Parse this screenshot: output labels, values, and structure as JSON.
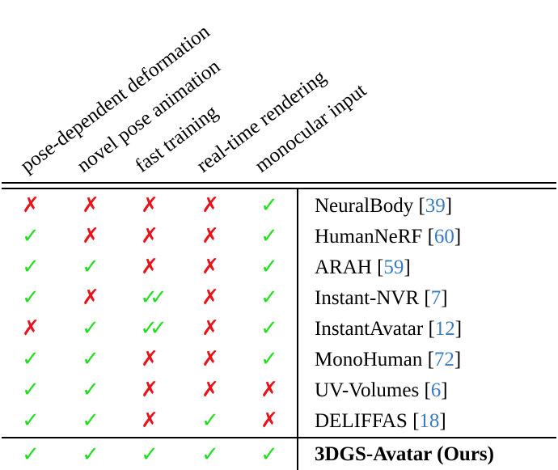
{
  "table": {
    "columns": [
      {
        "label": "pose-dependent deformation"
      },
      {
        "label": "novel pose animation"
      },
      {
        "label": "fast training"
      },
      {
        "label": "real-time rendering"
      },
      {
        "label": "monocular input"
      }
    ],
    "legend": {
      "yes": "✓",
      "no": "✗",
      "double_yes": "✓✓"
    },
    "colors": {
      "yes": "#22e01f",
      "no": "#e8141c",
      "citation": "#3a7cc0"
    },
    "rows": [
      {
        "method": "NeuralBody",
        "ref": "39",
        "values": [
          "✗",
          "✗",
          "✗",
          "✗",
          "✓"
        ]
      },
      {
        "method": "HumanNeRF",
        "ref": "60",
        "values": [
          "✓",
          "✗",
          "✗",
          "✗",
          "✓"
        ]
      },
      {
        "method": "ARAH",
        "ref": "59",
        "values": [
          "✓",
          "✓",
          "✗",
          "✗",
          "✓"
        ]
      },
      {
        "method": "Instant-NVR",
        "ref": "7",
        "values": [
          "✓",
          "✗",
          "✓✓",
          "✗",
          "✓"
        ]
      },
      {
        "method": "InstantAvatar",
        "ref": "12",
        "values": [
          "✗",
          "✓",
          "✓✓",
          "✗",
          "✓"
        ]
      },
      {
        "method": "MonoHuman",
        "ref": "72",
        "values": [
          "✓",
          "✓",
          "✗",
          "✗",
          "✓"
        ]
      },
      {
        "method": "UV-Volumes",
        "ref": "6",
        "values": [
          "✓",
          "✓",
          "✗",
          "✗",
          "✗"
        ]
      },
      {
        "method": "DELIFFAS",
        "ref": "18",
        "values": [
          "✓",
          "✓",
          "✗",
          "✓",
          "✗"
        ]
      }
    ],
    "ours": {
      "method": "3DGS-Avatar (Ours)",
      "values": [
        "✓",
        "✓",
        "✓",
        "✓",
        "✓"
      ]
    }
  }
}
